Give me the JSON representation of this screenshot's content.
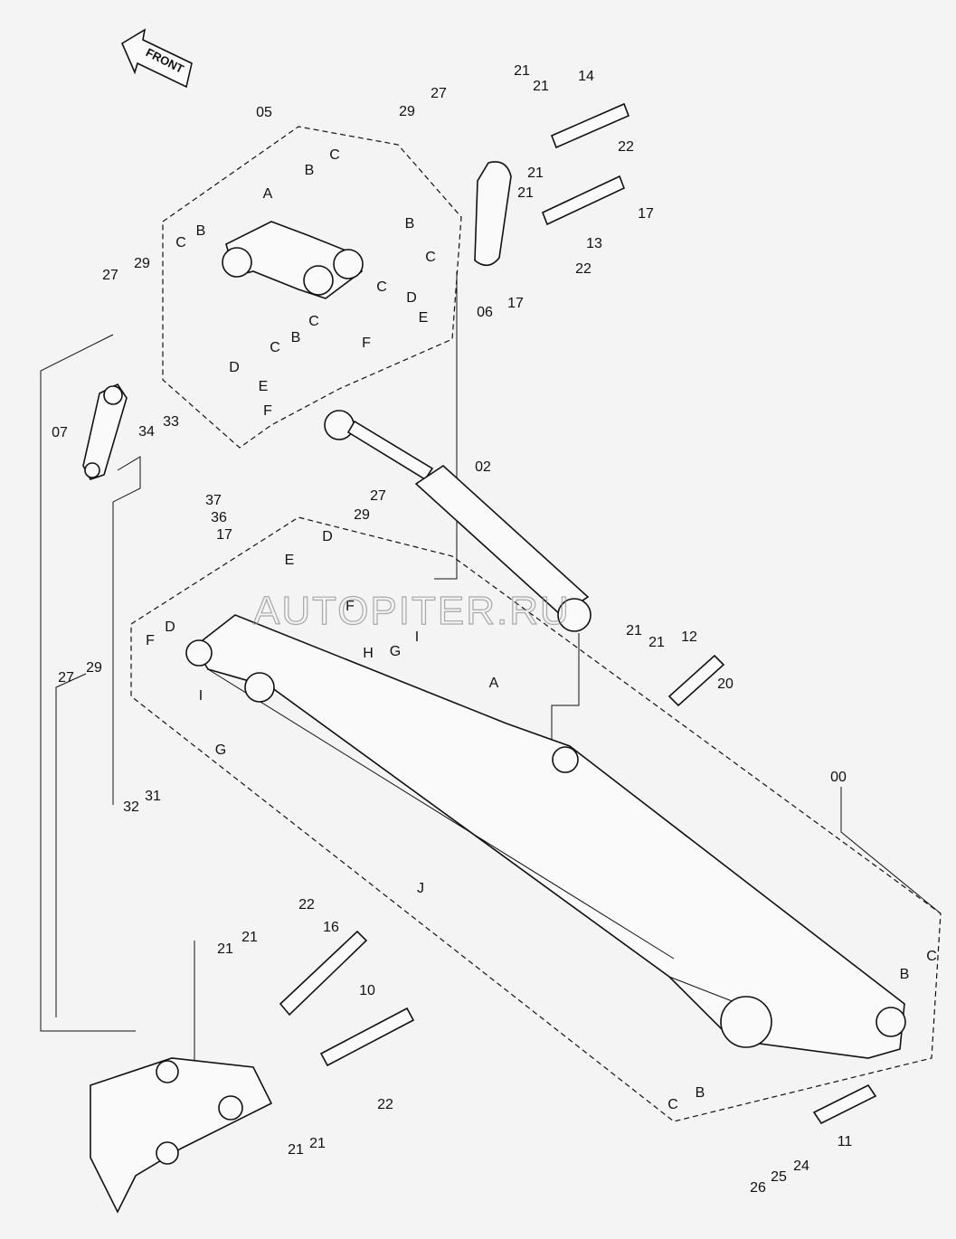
{
  "diagram": {
    "front_arrow_label": "FRONT",
    "watermark": "AUTOPITER.RU",
    "callouts": [
      "05",
      "27",
      "29",
      "C",
      "B",
      "A",
      "B",
      "C",
      "29",
      "27",
      "B",
      "C",
      "C",
      "D",
      "E",
      "F",
      "C",
      "B",
      "C",
      "D",
      "E",
      "F",
      "07",
      "34",
      "33",
      "21",
      "21",
      "14",
      "22",
      "21",
      "21",
      "17",
      "13",
      "22",
      "06",
      "17",
      "02",
      "37",
      "36",
      "17",
      "27",
      "29",
      "D",
      "E",
      "F",
      "H",
      "G",
      "I",
      "D",
      "F",
      "29",
      "27",
      "I",
      "G",
      "32",
      "31",
      "A",
      "21",
      "21",
      "12",
      "20",
      "00",
      "J",
      "C",
      "B",
      "22",
      "21",
      "21",
      "16",
      "10",
      "22",
      "C",
      "B",
      "11",
      "21",
      "21",
      "24",
      "25",
      "26"
    ]
  }
}
